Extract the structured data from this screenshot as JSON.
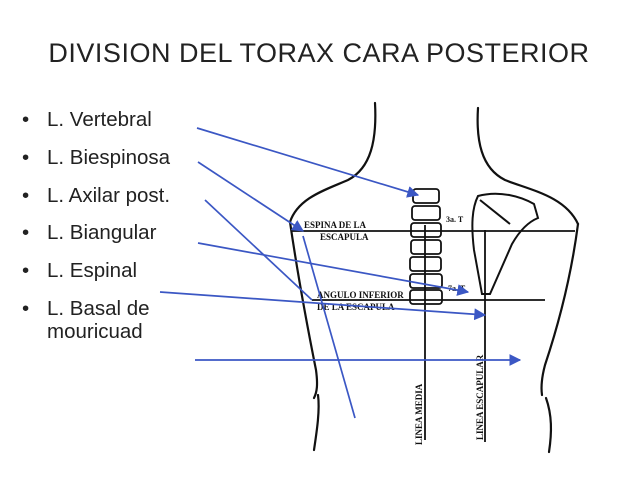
{
  "title": "DIVISION DEL TORAX CARA POSTERIOR",
  "bullets": [
    "L. Vertebral",
    "L. Biespinosa",
    "L. Axilar post.",
    "L. Biangular",
    "L. Espinal",
    "L. Basal de mouricuad"
  ],
  "diagram": {
    "spine_label_1": "ESPINA DE LA",
    "spine_label_2": "ESCAPULA",
    "angle_label_1": "ANGULO INFERIOR",
    "angle_label_2": "DE LA ESCAPULA",
    "vertebra_3": "3a. T",
    "vertebra_7": "7a. T",
    "line_media": "LINEA MEDIA",
    "line_scapular": "LINEA ESCAPULAR"
  },
  "colors": {
    "arrow": "#3b57c4",
    "drawing": "#111111",
    "text": "#222222"
  }
}
